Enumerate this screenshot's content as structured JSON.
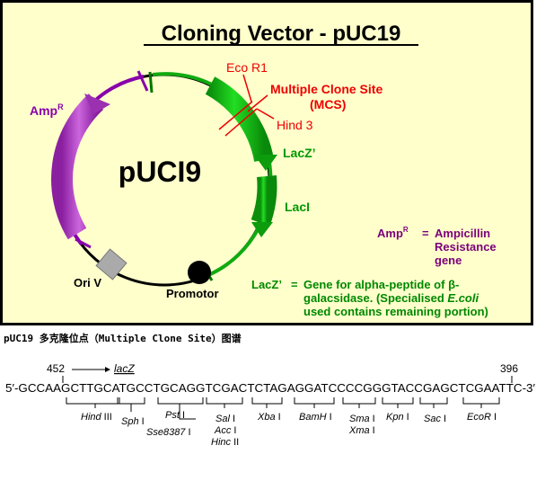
{
  "title": "Cloning Vector - pUC19",
  "plasmid_name": "pUCI9",
  "labels": {
    "eco_r1": "Eco R1",
    "mcs_line1": "Multiple Clone Site",
    "mcs_line2": "(MCS)",
    "hind3": "Hind 3",
    "lacz_prime": "LacZ’",
    "laci": "LacI",
    "amp_r": "Amp",
    "amp_r_sup": "R",
    "ori": "Ori V",
    "promotor": "Promotor"
  },
  "legend": {
    "amp_key": "Amp",
    "amp_key_sup": "R",
    "amp_eq": "=",
    "amp_def": [
      "Ampicillin",
      "Resistance",
      "gene"
    ],
    "lacz_key": "LacZ’",
    "lacz_eq": "=",
    "lacz_def_1": "Gene for alpha-peptide of β-",
    "lacz_def_2a": "galacsidase. (Specialised ",
    "lacz_def_2b": "E.coli",
    "lacz_def_3": "used contains remaining portion)"
  },
  "caption": "pUC19 多克隆位点（Multiple Clone Site）图谱",
  "mcs": {
    "pos_left": "452",
    "pos_right": "396",
    "lacz": "lacZ",
    "sequence": "5′-GCCAAGCTTGCATGCCTGCAGGTCGACTCTAGAGGATCCCCGGGTACCGAGCTCGAATTC-3′",
    "sites": [
      {
        "name": "Hind",
        "suffix": " III"
      },
      {
        "name": "Sph",
        "suffix": " I"
      },
      {
        "name": "Pst",
        "suffix": " I"
      },
      {
        "name": "Sse8387",
        "suffix": " I"
      },
      {
        "name": "Sal",
        "suffix": " I"
      },
      {
        "name": "Acc",
        "suffix": " I"
      },
      {
        "name": "Hinc",
        "suffix": " II"
      },
      {
        "name": "Xba",
        "suffix": " I"
      },
      {
        "name": "BamH",
        "suffix": " I"
      },
      {
        "name": "Sma",
        "suffix": " I"
      },
      {
        "name": "Xma",
        "suffix": " I"
      },
      {
        "name": "Kpn",
        "suffix": " I"
      },
      {
        "name": "Sac",
        "suffix": " I"
      },
      {
        "name": "EcoR",
        "suffix": " I"
      }
    ]
  },
  "colors": {
    "panel_bg": "#ffffcc",
    "green": "#11bb11",
    "green_dark": "#007700",
    "purple": "#8800aa",
    "purple_light": "#bb55cc",
    "red": "#ee0000",
    "legend_purple": "#7a007a",
    "legend_green": "#008800"
  }
}
